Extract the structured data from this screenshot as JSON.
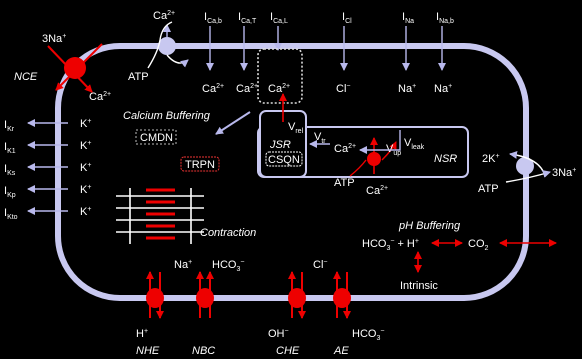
{
  "colors": {
    "background": "#000000",
    "membrane": "#c8c8f0",
    "pump": "#ee0000",
    "text": "#ffffff",
    "arrow_blue": "#b0b0e8"
  },
  "top_currents": {
    "i_ca_b": {
      "main": "I",
      "sub": "Ca,b"
    },
    "i_ca_t": {
      "main": "I",
      "sub": "Ca,T"
    },
    "i_ca_l": {
      "main": "I",
      "sub": "Ca,L"
    },
    "i_cl": {
      "main": "I",
      "sub": "Cl"
    },
    "i_na": {
      "main": "I",
      "sub": "Na"
    },
    "i_na_b": {
      "main": "I",
      "sub": "Na,b"
    }
  },
  "top_ions": {
    "ca_out": {
      "main": "Ca",
      "sup": "2+"
    },
    "ca_b": {
      "main": "Ca",
      "sup": "2+"
    },
    "ca_t": {
      "main": "Ca",
      "sup": "2+"
    },
    "ca_l": {
      "main": "Ca",
      "sup": "2+"
    },
    "cl": {
      "main": "Cl",
      "sup": "−"
    },
    "na": {
      "main": "Na",
      "sup": "+"
    },
    "na_b": {
      "main": "Na",
      "sup": "+"
    }
  },
  "pmca_atp": "ATP",
  "nce": {
    "label": "NCE",
    "na": {
      "main": "3Na",
      "sup": "+"
    },
    "ca": {
      "main": "Ca",
      "sup": "2+"
    }
  },
  "k_currents": [
    {
      "main": "I",
      "sub": "Kr",
      "ion": "K",
      "sup": "+"
    },
    {
      "main": "I",
      "sub": "K1",
      "ion": "K",
      "sup": "+"
    },
    {
      "main": "I",
      "sub": "Ks",
      "ion": "K",
      "sup": "+"
    },
    {
      "main": "I",
      "sub": "Kp",
      "ion": "K",
      "sup": "+"
    },
    {
      "main": "I",
      "sub": "Kto",
      "ion": "K",
      "sup": "+"
    }
  ],
  "calcium_buffering": {
    "title": "Calcium Buffering",
    "cmdn": "CMDN",
    "trpn": "TRPN"
  },
  "contraction": "Contraction",
  "sr": {
    "jsr": "JSR",
    "csqn": "CSQN",
    "nsr": "NSR",
    "ca": {
      "main": "Ca",
      "sup": "2+"
    },
    "ca_serca": {
      "main": "Ca",
      "sup": "2+"
    },
    "atp": "ATP",
    "v_rel": {
      "main": "V",
      "sub": "rel"
    },
    "v_tr": {
      "main": "V",
      "sub": "tr"
    },
    "v_up": {
      "main": "V",
      "sub": "up"
    },
    "v_leak": {
      "main": "V",
      "sub": "leak"
    }
  },
  "nak_pump": {
    "k": {
      "main": "2K",
      "sup": "+"
    },
    "na": {
      "main": "3Na",
      "sup": "+"
    },
    "atp": "ATP"
  },
  "ph": {
    "title": "pH Buffering",
    "hco3": {
      "main": "HCO",
      "sub": "3",
      "sup": "−"
    },
    "plus": "+",
    "h": {
      "main": "H",
      "sup": "+"
    },
    "co2": {
      "main": "CO",
      "sub": "2"
    },
    "intrinsic": "Intrinsic"
  },
  "exchangers": {
    "na_in": {
      "main": "Na",
      "sup": "+"
    },
    "hco3_in": {
      "main": "HCO",
      "sub": "3",
      "sup": "−"
    },
    "cl_in": {
      "main": "Cl",
      "sup": "−"
    },
    "h_out": {
      "main": "H",
      "sup": "+"
    },
    "oh_out": {
      "main": "OH",
      "sup": "−"
    },
    "hco3_out": {
      "main": "HCO",
      "sub": "3",
      "sup": "−"
    },
    "labels": [
      "NHE",
      "NBC",
      "CHE",
      "AE"
    ]
  }
}
